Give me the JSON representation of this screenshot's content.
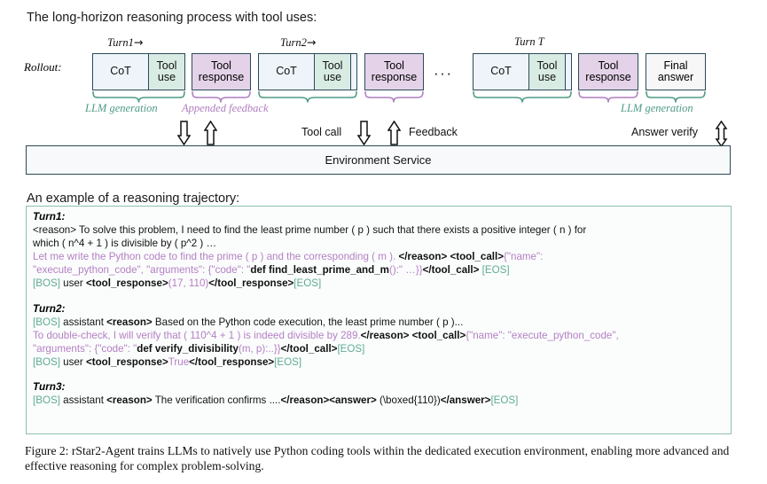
{
  "headings": {
    "top": "The long-horizon reasoning process with tool uses:",
    "trajectory": "An example of a reasoning trajectory:"
  },
  "colors": {
    "cot_fill": "#eef4f9",
    "tool_use_fill": "#d9ece4",
    "tool_response_fill": "#e4d3e8",
    "final_answer_fill": "#f7f7f7",
    "box_border": "#2b4a5a",
    "green_accent": "#4f9b87",
    "purple_accent": "#b07fc0",
    "trajectory_border": "#8fbfae",
    "token_green": "#5fab95",
    "purple_text": "#b47fc4"
  },
  "diagram": {
    "rollout_label": "Rollout:",
    "turn_labels": [
      {
        "text": "Turn1",
        "arrow": "→"
      },
      {
        "text": "Turn2",
        "arrow": "→"
      },
      {
        "text": "Turn T",
        "arrow": ""
      }
    ],
    "ellipsis": "···",
    "blocks": [
      {
        "kind": "cot",
        "label": "CoT"
      },
      {
        "kind": "tool_use",
        "label_line1": "Tool",
        "label_line2": "use"
      },
      {
        "kind": "tool_response",
        "label_line1": "Tool",
        "label_line2": "response"
      },
      {
        "kind": "cot",
        "label": "CoT"
      },
      {
        "kind": "tool_use",
        "label_line1": "Tool",
        "label_line2": "use"
      },
      {
        "kind": "tool_response",
        "label_line1": "Tool",
        "label_line2": "response"
      },
      {
        "kind": "cot",
        "label": "CoT"
      },
      {
        "kind": "tool_use",
        "label_line1": "Tool",
        "label_line2": "use"
      },
      {
        "kind": "tool_response",
        "label_line1": "Tool",
        "label_line2": "response"
      },
      {
        "kind": "final_answer",
        "label_line1": "Final",
        "label_line2": "answer"
      }
    ],
    "brace_captions": [
      {
        "text": "LLM generation",
        "color": "green"
      },
      {
        "text": "Appended feedback",
        "color": "purple"
      },
      {
        "text": "LLM generation",
        "color": "green"
      }
    ],
    "arrow_labels": [
      {
        "text": "Tool call"
      },
      {
        "text": "Feedback"
      },
      {
        "text": "Answer verify"
      }
    ],
    "environment_service": "Environment Service"
  },
  "trajectory": {
    "turns": [
      {
        "header": "Turn1:",
        "lines": [
          [
            {
              "t": "<reason> To solve this problem, I need to find the least prime number ( p ) such that there exists a positive integer ( n ) for",
              "c": "blk"
            }
          ],
          [
            {
              "t": "which ( n^4 + 1 ) is divisible by ( p^2 ) …",
              "c": "blk"
            }
          ],
          [
            {
              "t": "Let me write the Python code to find the prime ( p ) and the corresponding ( m ). ",
              "c": "purp"
            },
            {
              "t": "</reason> <tool_call>",
              "c": "tag"
            },
            {
              "t": "{\"name\":",
              "c": "purp"
            }
          ],
          [
            {
              "t": "\"execute_python_code\", \"arguments\": {\"code\": \"",
              "c": "purp"
            },
            {
              "t": "def find_least_prime_and_m",
              "c": "tag"
            },
            {
              "t": "():\" …}}",
              "c": "purp"
            },
            {
              "t": "</tool_call>",
              "c": "tag"
            },
            {
              "t": " [EOS]",
              "c": "tok"
            }
          ],
          [
            {
              "t": "[BOS]",
              "c": "tok"
            },
            {
              "t": " user ",
              "c": "blk"
            },
            {
              "t": "<tool_response>",
              "c": "tag"
            },
            {
              "t": "(17, 110)",
              "c": "purp"
            },
            {
              "t": "</tool_response>",
              "c": "tag"
            },
            {
              "t": "[EOS]",
              "c": "tok"
            }
          ]
        ]
      },
      {
        "header": "Turn2:",
        "lines": [
          [
            {
              "t": "[BOS]",
              "c": "tok"
            },
            {
              "t": " assistant ",
              "c": "blk"
            },
            {
              "t": "<reason>",
              "c": "tag"
            },
            {
              "t": " Based on the Python code execution, the least prime number ( p )...",
              "c": "blk"
            }
          ],
          [
            {
              "t": "To double-check, I will verify that ( 110^4 + 1 ) is indeed divisible by 289.",
              "c": "purp"
            },
            {
              "t": "</reason> <tool_call>",
              "c": "tag"
            },
            {
              "t": "{\"name\": \"execute_python_code\",",
              "c": "purp"
            }
          ],
          [
            {
              "t": "\"arguments\": {\"code\": \"",
              "c": "purp"
            },
            {
              "t": "def verify_divisibility",
              "c": "tag"
            },
            {
              "t": "(m, p):..}}",
              "c": "purp"
            },
            {
              "t": "</tool_call>",
              "c": "tag"
            },
            {
              "t": "[EOS]",
              "c": "tok"
            }
          ],
          [
            {
              "t": "[BOS]",
              "c": "tok"
            },
            {
              "t": " user ",
              "c": "blk"
            },
            {
              "t": "<tool_response>",
              "c": "tag"
            },
            {
              "t": "True",
              "c": "purp"
            },
            {
              "t": "</tool_response>",
              "c": "tag"
            },
            {
              "t": "[EOS]",
              "c": "tok"
            }
          ]
        ]
      },
      {
        "header": "Turn3:",
        "lines": [
          [
            {
              "t": "[BOS]",
              "c": "tok"
            },
            {
              "t": " assistant ",
              "c": "blk"
            },
            {
              "t": "<reason>",
              "c": "tag"
            },
            {
              "t": " The verification confirms ....",
              "c": "blk"
            },
            {
              "t": "</reason><answer>",
              "c": "tag"
            },
            {
              "t": " (\\boxed{110})",
              "c": "blk"
            },
            {
              "t": "</answer>",
              "c": "tag"
            },
            {
              "t": "[EOS]",
              "c": "tok"
            }
          ]
        ]
      }
    ]
  },
  "caption": "Figure 2: rStar2-Agent trains LLMs to natively use Python coding tools within the dedicated execution environment, enabling more advanced and effective reasoning for complex problem-solving."
}
